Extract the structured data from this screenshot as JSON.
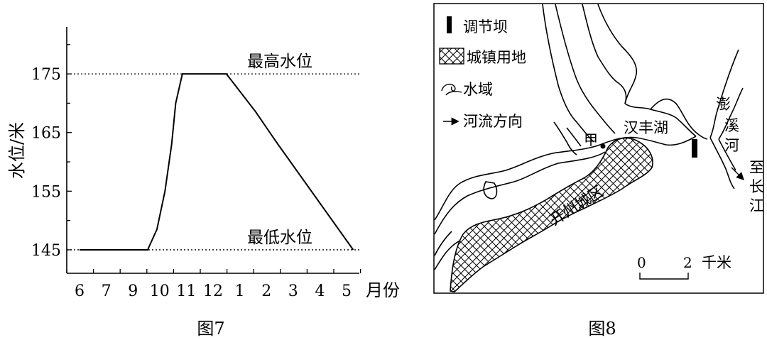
{
  "chart_data": {
    "type": "line",
    "caption": "图7",
    "ylabel": "水位/米",
    "xlabel": "月份",
    "categories": [
      "6",
      "7",
      "9",
      "10",
      "11",
      "12",
      "1",
      "2",
      "3",
      "4",
      "5"
    ],
    "yticks": [
      145,
      155,
      165,
      175
    ],
    "ylim": [
      141,
      183
    ],
    "series": [
      {
        "points": [
          {
            "x": 0,
            "y": 145
          },
          {
            "x": 2.55,
            "y": 145
          },
          {
            "x": 2.9,
            "y": 148.5
          },
          {
            "x": 3.2,
            "y": 155
          },
          {
            "x": 3.45,
            "y": 163
          },
          {
            "x": 3.6,
            "y": 170
          },
          {
            "x": 3.85,
            "y": 175
          },
          {
            "x": 5.5,
            "y": 175
          },
          {
            "x": 6.6,
            "y": 168.5
          },
          {
            "x": 7.35,
            "y": 163.5
          },
          {
            "x": 10.25,
            "y": 145
          }
        ]
      }
    ],
    "reference_lines": [
      {
        "value": 175,
        "label": "最高水位"
      },
      {
        "value": 145,
        "label": "最低水位"
      }
    ]
  },
  "map": {
    "caption": "图8",
    "legend": [
      {
        "label": "调节坝",
        "icon": "dam-icon"
      },
      {
        "label": "城镇用地",
        "icon": "crosshatch-icon"
      },
      {
        "label": "水域",
        "icon": "water-icon"
      },
      {
        "label": "河流方向",
        "icon": "arrow-icon"
      }
    ],
    "labels": {
      "lake": "汉丰湖",
      "point": "甲",
      "city": "开州城区",
      "river_chars": [
        "澎",
        "溪",
        "河"
      ],
      "outflow_chars": [
        "至",
        "长",
        "江"
      ]
    },
    "scale": {
      "start": "0",
      "end": "2",
      "unit": "千米"
    }
  }
}
